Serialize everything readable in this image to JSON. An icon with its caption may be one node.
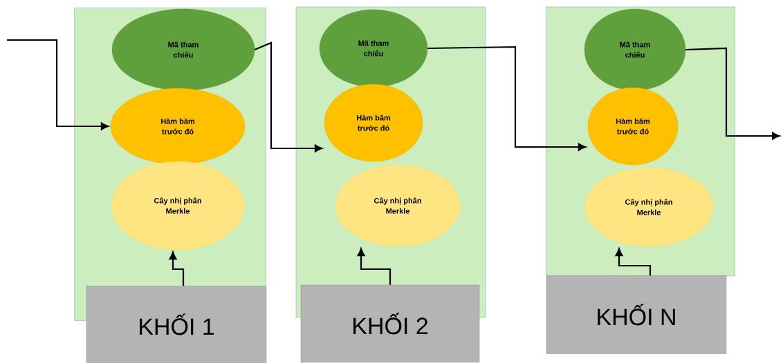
{
  "diagram": {
    "nodes": [
      {
        "text": [],
        "shape": "box"
      },
      {
        "text": [
          "Mã tham chiếu"
        ],
        "in": 0
      },
      {
        "text": [
          "Hàm băm trước đó"
        ],
        "in": 0
      },
      {
        "text": [
          "Cây nhị phân Merkle"
        ],
        "in": 0
      },
      {
        "text": [
          "KHỐI 1"
        ]
      },
      {
        "text": [],
        "shape": "box"
      },
      {
        "text": [
          "Mã tham chiếu"
        ],
        "in": 5
      },
      {
        "text": [
          "Hàm băm trước đó"
        ],
        "in": 5
      },
      {
        "text": [
          "Cây nhị phân Merkle"
        ],
        "in": 5
      },
      {
        "text": [
          "KHỐI 2"
        ]
      },
      {
        "text": [],
        "shape": "box"
      },
      {
        "text": [
          "Mã tham chiếu"
        ],
        "in": 10
      },
      {
        "text": [
          "Hàm băm trước đó"
        ],
        "in": 10
      },
      {
        "text": [
          "Cây nhị phân Merkle"
        ],
        "in": 10
      },
      {
        "text": [
          "KHỐI N"
        ]
      }
    ],
    "edges": [
      {
        "from": null,
        "to": 2,
        "arrow": "to"
      },
      {
        "from": 1,
        "to": 7,
        "arrow": "to"
      },
      {
        "from": 6,
        "to": 12,
        "arrow": "to"
      },
      {
        "from": 11,
        "to": null,
        "arrow": "to"
      },
      {
        "from": 4,
        "to": 3,
        "arrow": "to"
      },
      {
        "from": 9,
        "to": 8,
        "arrow": "to"
      },
      {
        "from": 14,
        "to": 13,
        "arrow": "to"
      }
    ]
  }
}
